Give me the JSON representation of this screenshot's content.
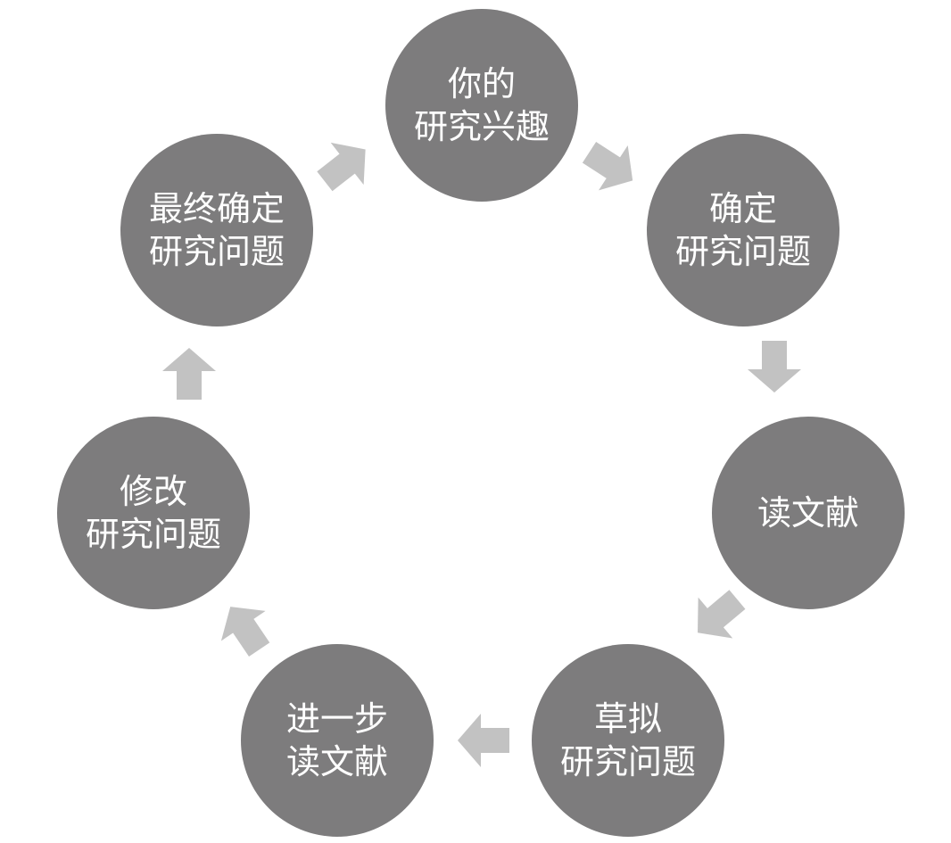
{
  "colors": {
    "node_fill": "#7d7c7d",
    "node_text": "#ffffff",
    "arrow_fill": "#c2c2c2",
    "background": "#ffffff"
  },
  "arrow_icon": "block-arrow",
  "nodes": [
    {
      "id": "interest",
      "lines": [
        "你的",
        "研究兴趣"
      ]
    },
    {
      "id": "determine",
      "lines": [
        "确定",
        "研究问题"
      ]
    },
    {
      "id": "read",
      "lines": [
        "读文献"
      ]
    },
    {
      "id": "draft",
      "lines": [
        "草拟",
        "研究问题"
      ]
    },
    {
      "id": "further",
      "lines": [
        "进一步",
        "读文献"
      ]
    },
    {
      "id": "revise",
      "lines": [
        "修改",
        "研究问题"
      ]
    },
    {
      "id": "final",
      "lines": [
        "最终确定",
        "研究问题"
      ]
    }
  ]
}
